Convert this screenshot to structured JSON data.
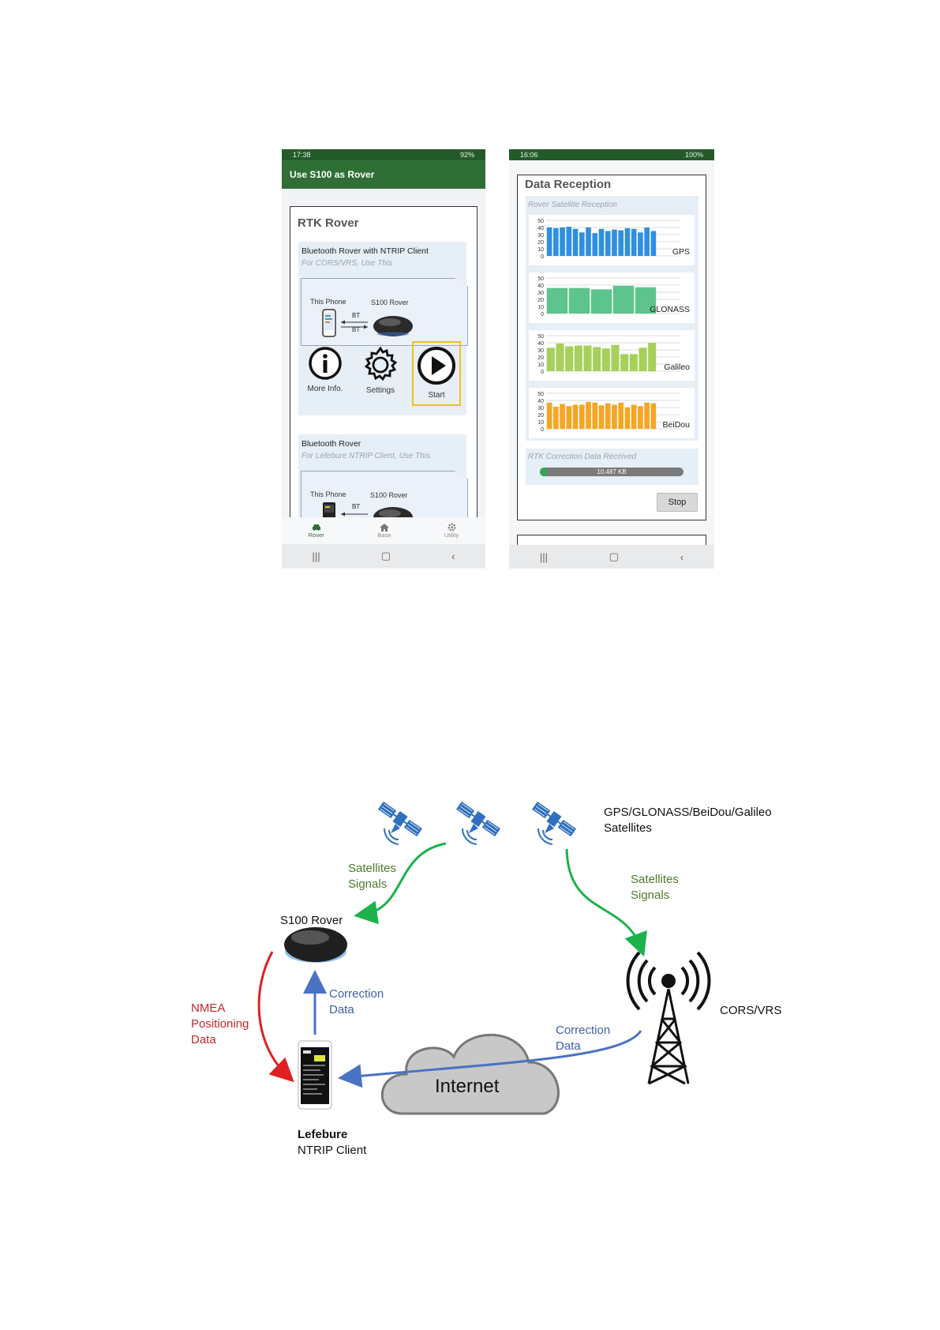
{
  "rover_screen": {
    "status_time": "17:38",
    "status_right": "92%",
    "appbar_title": "Use S100 as Rover",
    "card_title": "RTK Rover",
    "option1": {
      "title": "Bluetooth Rover with NTRIP Client",
      "subtitle": "For CORS/VRS, Use This",
      "this_phone": "This Phone",
      "s100_rover": "S100 Rover",
      "bt_top": "BT",
      "bt_bottom": "BT",
      "more_info": "More Info.",
      "settings": "Settings",
      "start": "Start"
    },
    "option2": {
      "title": "Bluetooth Rover",
      "subtitle": "For Lefebure NTRIP Client, Use This",
      "this_phone": "This Phone",
      "s100_rover": "S100 Rover",
      "bt_top": "BT"
    },
    "bottom_nav": [
      {
        "label": "Rover",
        "icon": "car-icon",
        "active": true
      },
      {
        "label": "Base",
        "icon": "home-icon",
        "active": false
      },
      {
        "label": "Utility",
        "icon": "gear-icon",
        "active": false
      }
    ]
  },
  "reception_screen": {
    "status_time": "16:06",
    "status_right": "100%",
    "card_title": "Data Reception",
    "section_label": "Rover Satellite Reception",
    "rtk_label": "RTK Correction Data Received",
    "rtk_value": "10.487 KB",
    "rtk_progress": 0.05,
    "stop_label": "Stop"
  },
  "chart_data": [
    {
      "type": "bar",
      "series": [
        {
          "name": "GPS",
          "values": [
            40,
            39,
            40,
            41,
            38,
            33,
            40,
            32,
            38,
            35,
            37,
            36,
            39,
            38,
            33,
            40,
            35
          ]
        }
      ],
      "color": "#2f8fe0",
      "y_ticks": [
        "50",
        "40",
        "30",
        "20",
        "10",
        "0"
      ],
      "ylim": [
        0,
        50
      ]
    },
    {
      "type": "bar",
      "series": [
        {
          "name": "GLONASS",
          "values": [
            36,
            36,
            34,
            39,
            37
          ]
        }
      ],
      "color": "#5cc48c",
      "y_ticks": [
        "50",
        "40",
        "30",
        "20",
        "10",
        "0"
      ],
      "ylim": [
        0,
        50
      ]
    },
    {
      "type": "bar",
      "series": [
        {
          "name": "Galileo",
          "values": [
            33,
            39,
            35,
            36,
            36,
            34,
            32,
            37,
            24,
            24,
            33,
            40
          ]
        }
      ],
      "color": "#a6d05a",
      "y_ticks": [
        "50",
        "40",
        "30",
        "20",
        "10",
        "0"
      ],
      "ylim": [
        0,
        50
      ]
    },
    {
      "type": "bar",
      "series": [
        {
          "name": "BeiDou",
          "values": [
            37,
            31,
            35,
            32,
            34,
            34,
            38,
            37,
            33,
            36,
            34,
            37,
            30,
            34,
            32,
            37,
            36
          ]
        }
      ],
      "color": "#f5a623",
      "y_ticks": [
        "50",
        "40",
        "30",
        "20",
        "10",
        "0"
      ],
      "ylim": [
        0,
        50
      ]
    }
  ],
  "diagram": {
    "satellites_label_line1": "GPS/GLONASS/BeiDou/Galileo",
    "satellites_label_line2": "Satellites",
    "signals_left_1": "Satellites",
    "signals_left_2": "Signals",
    "signals_right_1": "Satellites",
    "signals_right_2": "Signals",
    "s100_rover": "S100 Rover",
    "correction_left_1": "Correction",
    "correction_left_2": "Data",
    "correction_right_1": "Correction",
    "correction_right_2": "Data",
    "nmea_1": "NMEA",
    "nmea_2": "Positioning",
    "nmea_3": "Data",
    "cors": "CORS/VRS",
    "internet": "Internet",
    "lefebure_1": "Lefebure",
    "lefebure_2": "NTRIP Client"
  },
  "colors": {
    "appbar": "#2f6f36",
    "signal_arrow": "#1db14b",
    "correction_arrow": "#4a72c4",
    "nmea_arrow": "#e02020",
    "satellite": "#2e6fbf"
  }
}
